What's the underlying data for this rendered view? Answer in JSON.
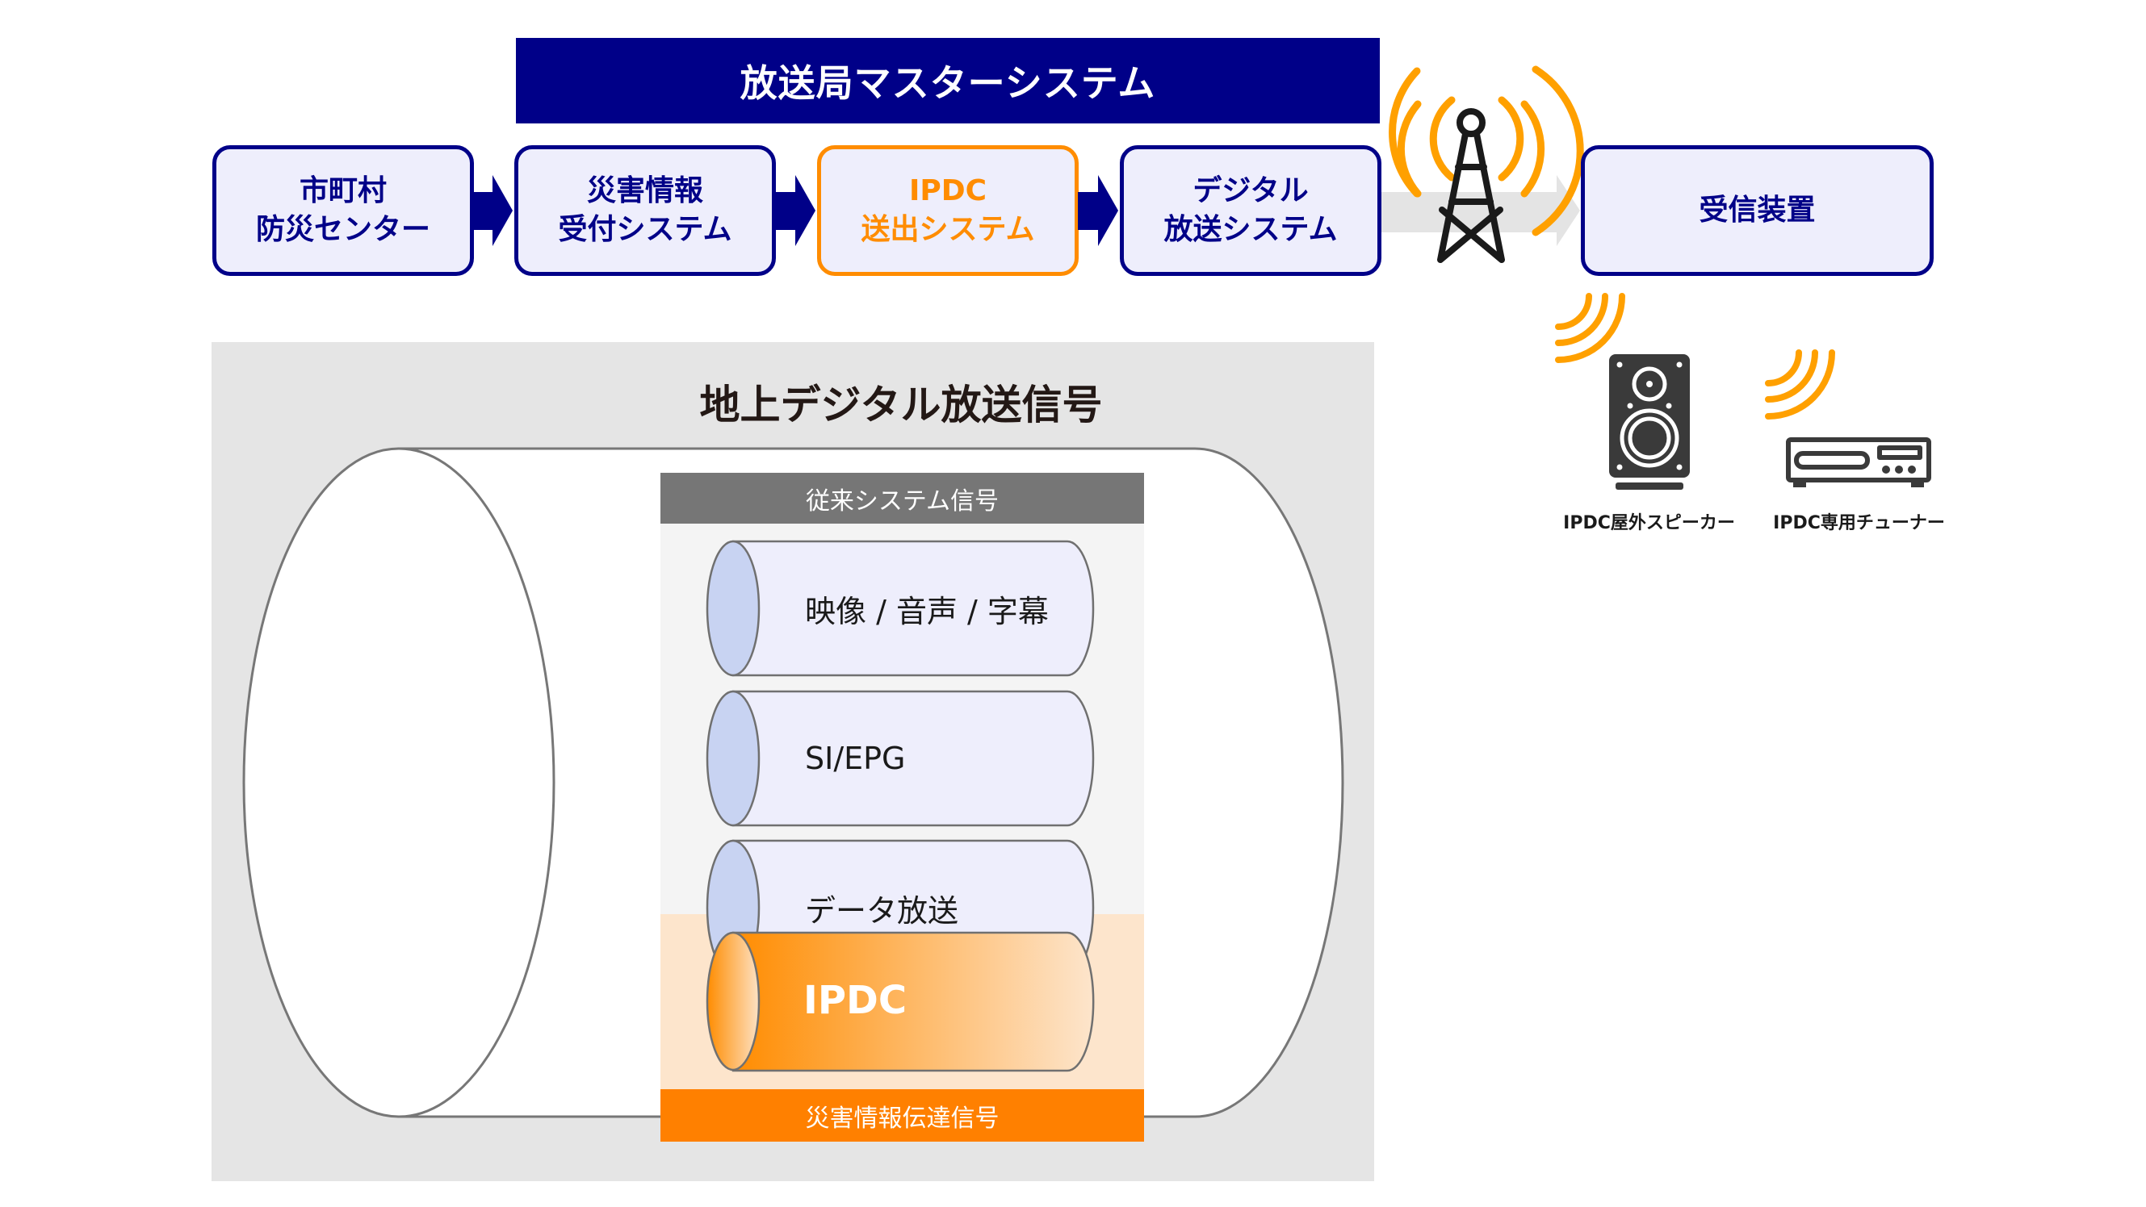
{
  "header": {
    "master_system": "放送局マスターシステム"
  },
  "flow": {
    "boxes": [
      {
        "line1": "市町村",
        "line2": "防災センター",
        "highlight": false
      },
      {
        "line1": "災害情報",
        "line2": "受付システム",
        "highlight": false
      },
      {
        "line1": "IPDC",
        "line2": "送出システム",
        "highlight": true
      },
      {
        "line1": "デジタル",
        "line2": "放送システム",
        "highlight": false
      }
    ],
    "transmitter_icon": "broadcast-tower-icon",
    "receiver": "受信装置"
  },
  "devices": [
    {
      "label": "IPDC屋外スピーカー",
      "icon": "speaker-icon"
    },
    {
      "label": "IPDC専用チューナー",
      "icon": "tuner-icon"
    }
  ],
  "signal": {
    "title": "地上デジタル放送信号",
    "legacy_header": "従来システム信号",
    "legacy_pipes": [
      "映像 / 音声 / 字幕",
      "SI/EPG",
      "データ放送"
    ],
    "ipdc_pipe": "IPDC",
    "ipdc_header": "災害情報伝達信号"
  },
  "colors": {
    "navy": "#000088",
    "orange": "#ff8c00",
    "wave_orange": "#ffa000",
    "box_fill": "#eeeefc",
    "panel_gray": "#e5e5e5",
    "legacy_header": "#767676",
    "ipdc_header": "#ff8000"
  }
}
